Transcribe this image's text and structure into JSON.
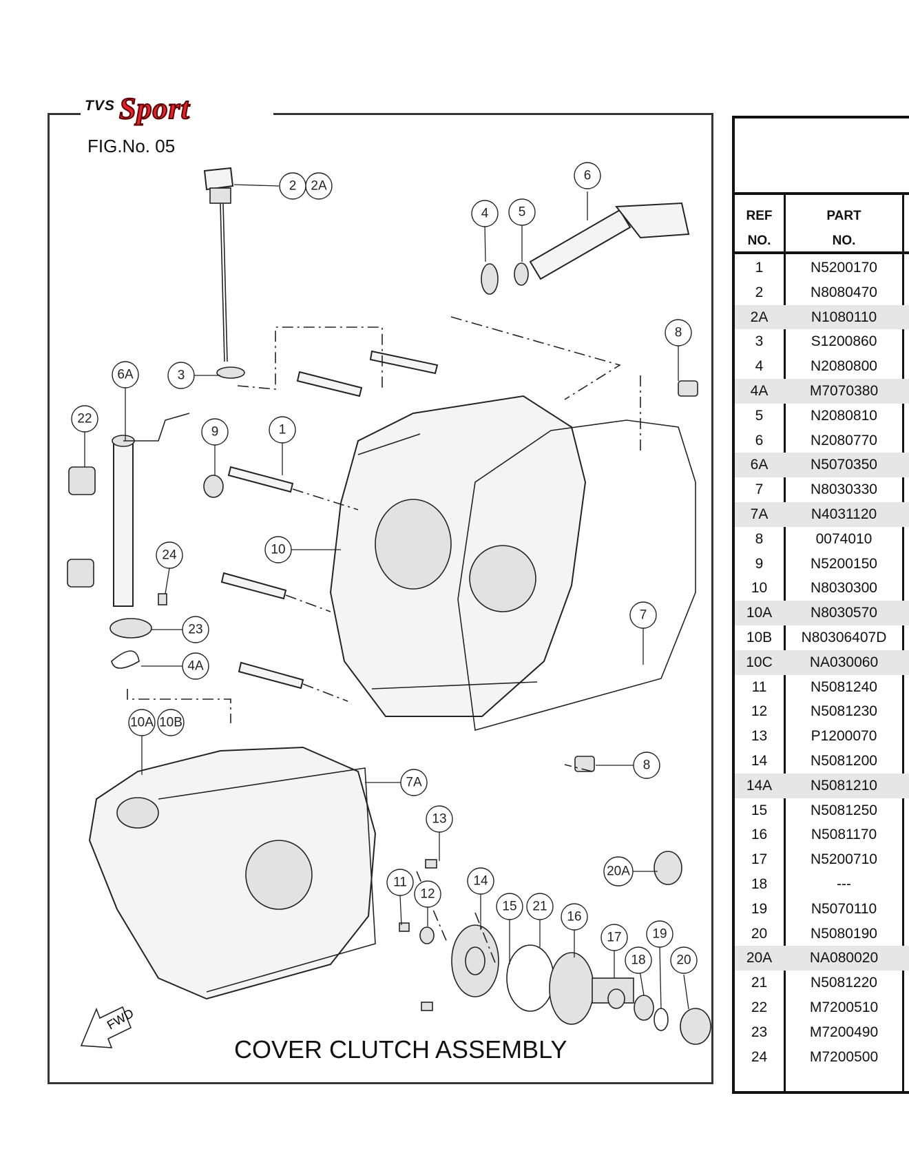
{
  "brand": {
    "tvs": "TVS",
    "sport": "Sport"
  },
  "figure_no": "FIG.No. 05",
  "title": "COVER CLUTCH ASSEMBLY",
  "fwd_label": "FWD",
  "callouts": [
    "2",
    "2A",
    "6",
    "4",
    "5",
    "8",
    "6A",
    "3",
    "22",
    "9",
    "1",
    "10",
    "24",
    "23",
    "4A",
    "7",
    "10A",
    "10B",
    "7A",
    "8",
    "13",
    "20A",
    "11",
    "12",
    "14",
    "15",
    "21",
    "16",
    "17",
    "19",
    "18",
    "20"
  ],
  "table": {
    "header_ref": [
      "REF",
      "NO."
    ],
    "header_part": [
      "PART",
      "NO."
    ],
    "rows": [
      {
        "ref": "1",
        "part": "N5200170",
        "shade": false
      },
      {
        "ref": "2",
        "part": "N8080470",
        "shade": false
      },
      {
        "ref": "2A",
        "part": "N1080110",
        "shade": true
      },
      {
        "ref": "3",
        "part": "S1200860",
        "shade": false
      },
      {
        "ref": "4",
        "part": "N2080800",
        "shade": false
      },
      {
        "ref": "4A",
        "part": "M7070380",
        "shade": true
      },
      {
        "ref": "5",
        "part": "N2080810",
        "shade": false
      },
      {
        "ref": "6",
        "part": "N2080770",
        "shade": false
      },
      {
        "ref": "6A",
        "part": "N5070350",
        "shade": true
      },
      {
        "ref": "7",
        "part": "N8030330",
        "shade": false
      },
      {
        "ref": "7A",
        "part": "N4031120",
        "shade": true
      },
      {
        "ref": "8",
        "part": "0074010",
        "shade": false
      },
      {
        "ref": "9",
        "part": "N5200150",
        "shade": false
      },
      {
        "ref": "10",
        "part": "N8030300",
        "shade": false
      },
      {
        "ref": "10A",
        "part": "N8030570",
        "shade": true
      },
      {
        "ref": "10B",
        "part": "N80306407D",
        "shade": false
      },
      {
        "ref": "10C",
        "part": "NA030060",
        "shade": true
      },
      {
        "ref": "11",
        "part": "N5081240",
        "shade": false
      },
      {
        "ref": "12",
        "part": "N5081230",
        "shade": false
      },
      {
        "ref": "13",
        "part": "P1200070",
        "shade": false
      },
      {
        "ref": "14",
        "part": "N5081200",
        "shade": false
      },
      {
        "ref": "14A",
        "part": "N5081210",
        "shade": true
      },
      {
        "ref": "15",
        "part": "N5081250",
        "shade": false
      },
      {
        "ref": "16",
        "part": "N5081170",
        "shade": false
      },
      {
        "ref": "17",
        "part": "N5200710",
        "shade": false
      },
      {
        "ref": "18",
        "part": "---",
        "shade": false
      },
      {
        "ref": "19",
        "part": "N5070110",
        "shade": false
      },
      {
        "ref": "20",
        "part": "N5080190",
        "shade": false
      },
      {
        "ref": "20A",
        "part": "NA080020",
        "shade": true
      },
      {
        "ref": "21",
        "part": "N5081220",
        "shade": false
      },
      {
        "ref": "22",
        "part": "M7200510",
        "shade": false
      },
      {
        "ref": "23",
        "part": "M7200490",
        "shade": false
      },
      {
        "ref": "24",
        "part": "M7200500",
        "shade": false
      }
    ]
  }
}
